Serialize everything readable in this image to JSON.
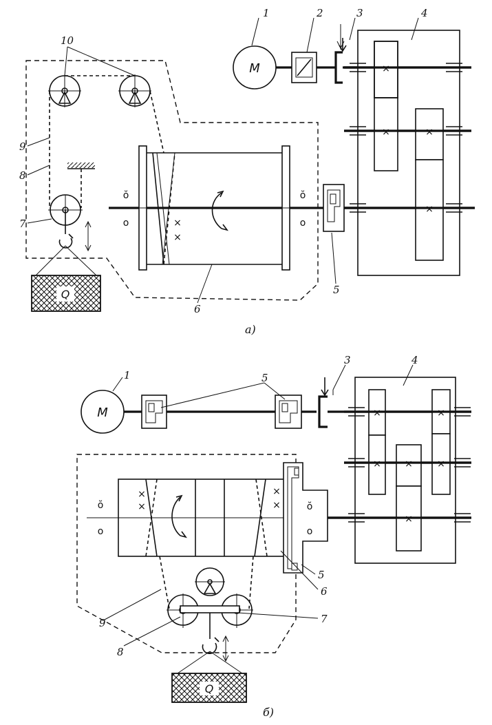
{
  "diagram_a": {
    "caption": "a)",
    "motor_symbol": "M",
    "load_symbol": "Q",
    "labels": {
      "l1": "1",
      "l2": "2",
      "l3": "3",
      "l4": "4",
      "l5": "5",
      "l6": "6",
      "l7": "7",
      "l8": "8",
      "l9": "9",
      "l10": "10"
    }
  },
  "diagram_b": {
    "caption": "б)",
    "motor_symbol": "M",
    "load_symbol": "Q",
    "labels": {
      "l1": "1",
      "l3": "3",
      "l4": "4",
      "l5a": "5",
      "l5b": "5",
      "l6": "6",
      "l7": "7",
      "l8": "8",
      "l9": "9"
    }
  }
}
